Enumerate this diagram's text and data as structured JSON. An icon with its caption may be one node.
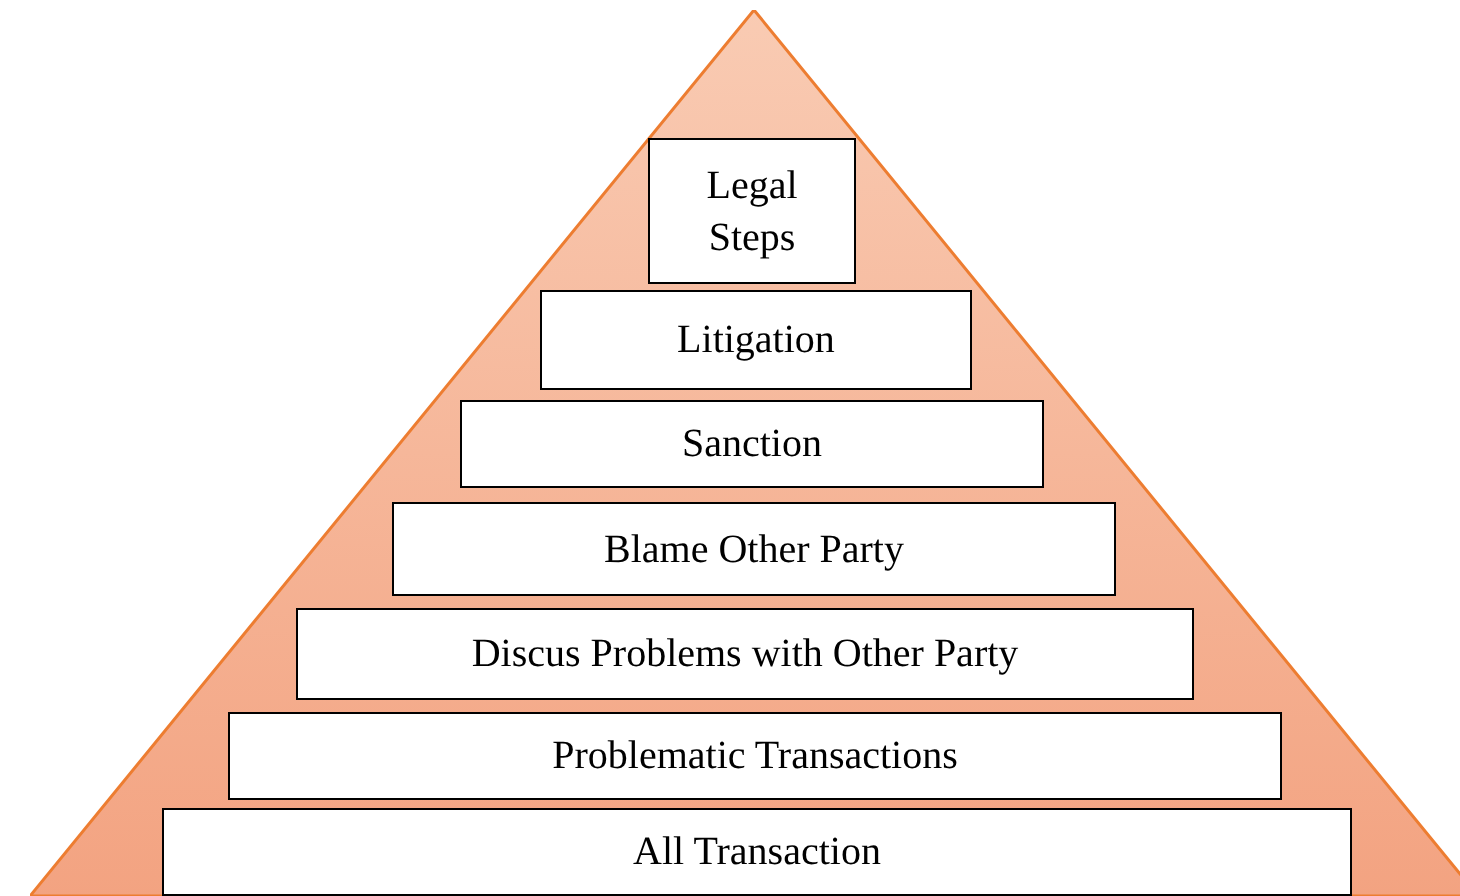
{
  "diagram": {
    "nodes": [
      {
        "text": [],
        "shape": "triangle"
      },
      {
        "text": [
          "Legal Steps"
        ],
        "in": 0
      },
      {
        "text": [
          "Litigation"
        ],
        "in": 0
      },
      {
        "text": [
          "Sanction"
        ],
        "in": 0
      },
      {
        "text": [
          "Blame Other Party"
        ],
        "in": 0
      },
      {
        "text": [
          "Discus Problems with Other Party"
        ],
        "in": 0
      },
      {
        "text": [
          "Problematic Transactions"
        ],
        "in": 0
      },
      {
        "text": [
          "All Transaction"
        ],
        "in": 0
      }
    ]
  }
}
